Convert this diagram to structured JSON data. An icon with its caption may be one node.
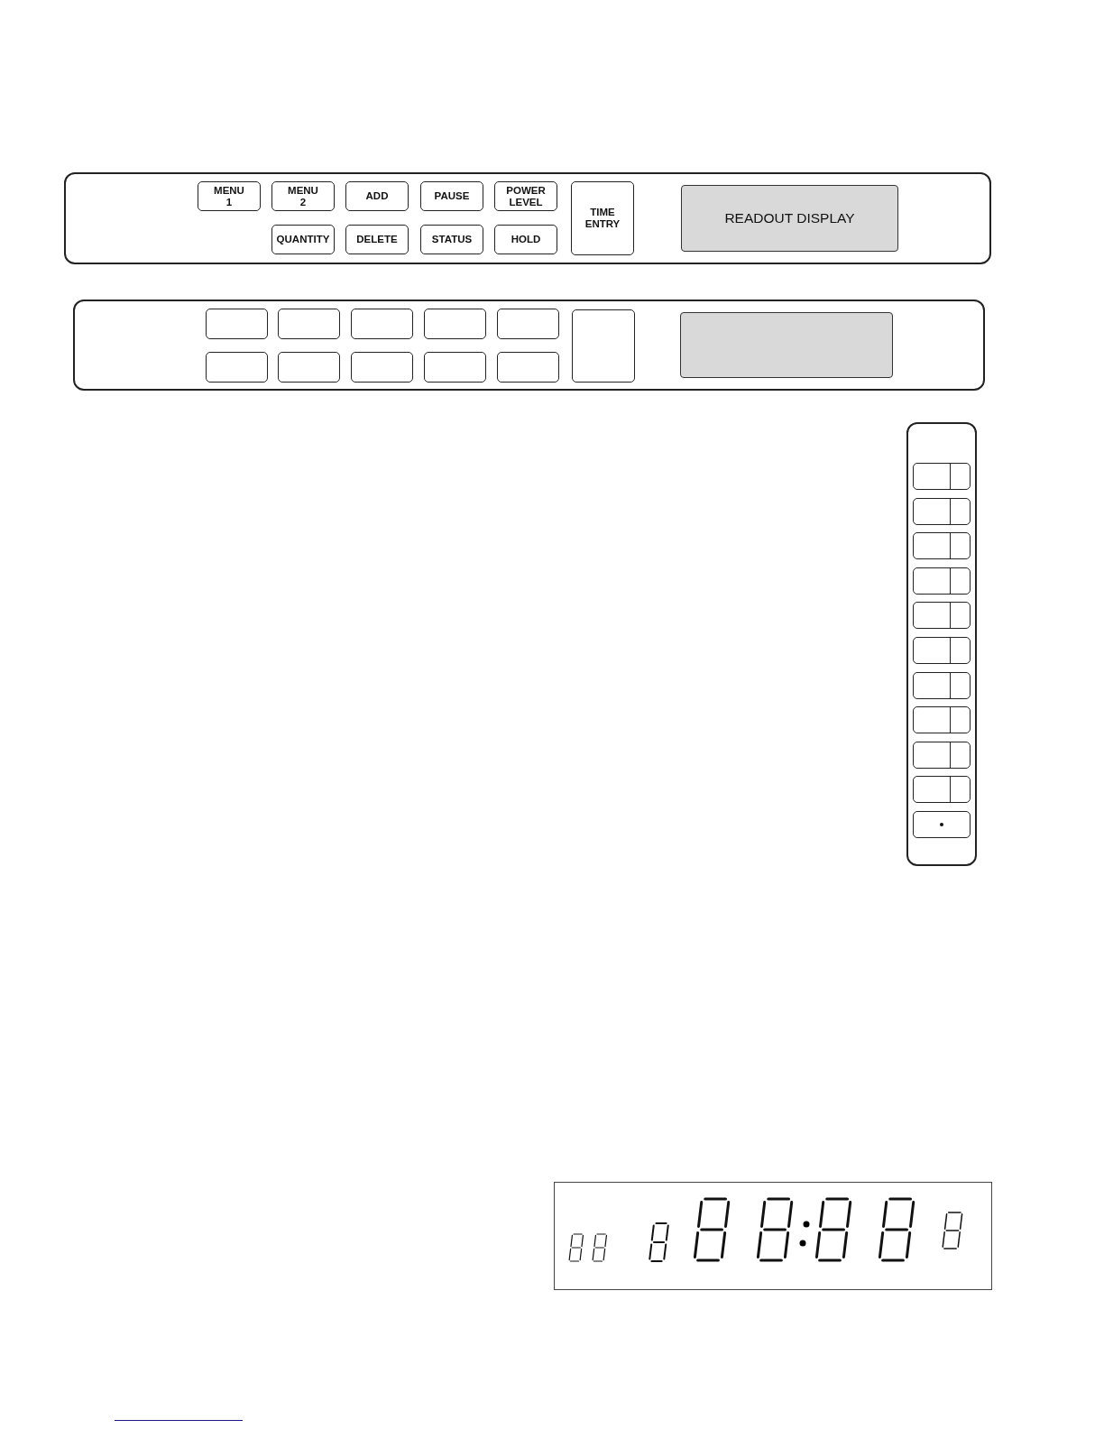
{
  "diagram": {
    "nodes": [
      {
        "text": [],
        "shape": "box"
      },
      {
        "text": [
          "MENU 1"
        ],
        "in": 0
      },
      {
        "text": [
          "MENU 2"
        ],
        "in": 0
      },
      {
        "text": [
          "ADD"
        ],
        "in": 0
      },
      {
        "text": [
          "PAUSE"
        ],
        "in": 0
      },
      {
        "text": [
          "POWER LEVEL"
        ],
        "in": 0
      },
      {
        "text": [
          "QUANTITY"
        ],
        "in": 0
      },
      {
        "text": [
          "DELETE"
        ],
        "in": 0
      },
      {
        "text": [
          "STATUS"
        ],
        "in": 0
      },
      {
        "text": [
          "HOLD"
        ],
        "in": 0
      },
      {
        "text": [
          "TIME ENTRY"
        ],
        "in": 0
      },
      {
        "text": [
          "READOUT DISPLAY"
        ],
        "in": 0
      },
      {
        "text": [],
        "shape": "box"
      },
      {
        "text": [],
        "shape": "box",
        "in": 12
      },
      {
        "text": [],
        "shape": "box",
        "in": 12
      },
      {
        "text": [],
        "shape": "box",
        "in": 12
      },
      {
        "text": [],
        "shape": "box",
        "in": 12
      },
      {
        "text": [],
        "shape": "box",
        "in": 12
      },
      {
        "text": [],
        "shape": "box",
        "in": 12
      },
      {
        "text": [],
        "shape": "box",
        "in": 12
      },
      {
        "text": [],
        "shape": "box",
        "in": 12
      },
      {
        "text": [],
        "shape": "box",
        "in": 12
      },
      {
        "text": [],
        "shape": "box",
        "in": 12
      },
      {
        "text": [],
        "shape": "box",
        "in": 12
      },
      {
        "text": [],
        "shape": "box",
        "in": 12
      },
      {
        "text": [],
        "shape": "box"
      },
      {
        "text": [],
        "shape": "box",
        "in": 25
      },
      {
        "text": [],
        "shape": "box",
        "in": 25
      },
      {
        "text": [],
        "shape": "box",
        "in": 25
      },
      {
        "text": [],
        "shape": "box",
        "in": 25
      },
      {
        "text": [],
        "shape": "box",
        "in": 25
      },
      {
        "text": [],
        "shape": "box",
        "in": 25
      },
      {
        "text": [],
        "shape": "box",
        "in": 25
      },
      {
        "text": [],
        "shape": "box",
        "in": 25
      },
      {
        "text": [],
        "shape": "box",
        "in": 25
      },
      {
        "text": [],
        "shape": "box",
        "in": 25
      },
      {
        "text": [],
        "shape": "box",
        "in": 25
      },
      {
        "text": [],
        "shape": "box"
      }
    ]
  }
}
